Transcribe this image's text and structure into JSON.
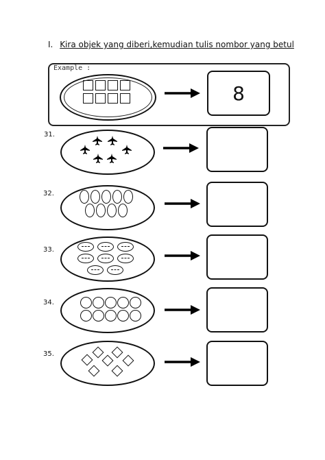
{
  "instruction": {
    "number": "I.",
    "text": "Kira objek yang diberi,kemudian tulis nombor yang betul"
  },
  "example": {
    "label": "Example :",
    "answer": "8",
    "object_icon": "square-icon",
    "count": 8
  },
  "questions": [
    {
      "number": "31.",
      "object_icon": "fighter-jet-icon",
      "answer": ""
    },
    {
      "number": "32.",
      "object_icon": "oval-icon",
      "answer": ""
    },
    {
      "number": "33.",
      "object_icon": "football-icon",
      "answer": ""
    },
    {
      "number": "34.",
      "object_icon": "circle-icon",
      "answer": ""
    },
    {
      "number": "35.",
      "object_icon": "diamond-icon",
      "answer": ""
    }
  ]
}
